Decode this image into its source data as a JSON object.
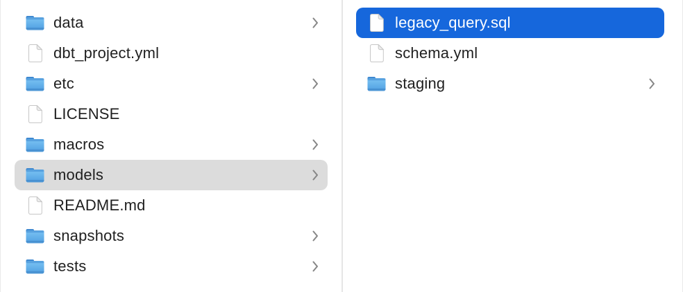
{
  "app": "finder-column-view",
  "colors": {
    "selection_active_blue": "#1667dc",
    "selection_inactive_gray": "#dcdcdc",
    "text": "#1f1f1f",
    "selected_text": "#ffffff",
    "chevron_gray": "#868686",
    "divider": "#e5e5e5",
    "folder_blue_top": "#3e88d0",
    "folder_blue_body": "#6fbdf3",
    "background": "#ffffff"
  },
  "icons": {
    "folder": "folder-icon",
    "file": "document-icon",
    "disclosure": "chevron-right-icon"
  },
  "columns": {
    "left": {
      "items": [
        {
          "label": "data",
          "type": "folder",
          "chevron": true,
          "selected": "none"
        },
        {
          "label": "dbt_project.yml",
          "type": "file",
          "chevron": false,
          "selected": "none"
        },
        {
          "label": "etc",
          "type": "folder",
          "chevron": true,
          "selected": "none"
        },
        {
          "label": "LICENSE",
          "type": "file",
          "chevron": false,
          "selected": "none"
        },
        {
          "label": "macros",
          "type": "folder",
          "chevron": true,
          "selected": "none"
        },
        {
          "label": "models",
          "type": "folder",
          "chevron": true,
          "selected": "inactive"
        },
        {
          "label": "README.md",
          "type": "file",
          "chevron": false,
          "selected": "none"
        },
        {
          "label": "snapshots",
          "type": "folder",
          "chevron": true,
          "selected": "none"
        },
        {
          "label": "tests",
          "type": "folder",
          "chevron": true,
          "selected": "none"
        }
      ]
    },
    "right": {
      "items": [
        {
          "label": "legacy_query.sql",
          "type": "file",
          "chevron": false,
          "selected": "active"
        },
        {
          "label": "schema.yml",
          "type": "file",
          "chevron": false,
          "selected": "none"
        },
        {
          "label": "staging",
          "type": "folder",
          "chevron": true,
          "selected": "none"
        }
      ]
    }
  }
}
